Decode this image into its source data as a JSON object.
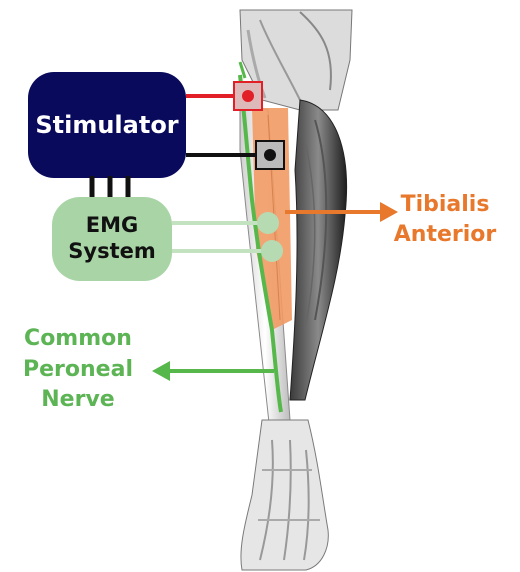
{
  "diagram": {
    "stimulator": {
      "label": "Stimulator"
    },
    "emg": {
      "line1": "EMG",
      "line2": "System"
    },
    "tibialis": {
      "line1": "Tibialis",
      "line2": "Anterior"
    },
    "nerve": {
      "line1": "Common",
      "line2": "Peroneal",
      "line3": "Nerve"
    },
    "colors": {
      "stimulator_fill": "#0a0a5c",
      "emg_fill": "#a9d5a6",
      "muscle": "#f29a64",
      "nerve": "#56b84a",
      "tibialis_text": "#e8782c",
      "nerve_text": "#5cb455",
      "red_lead": "#e21f26",
      "black_lead": "#111111"
    }
  }
}
